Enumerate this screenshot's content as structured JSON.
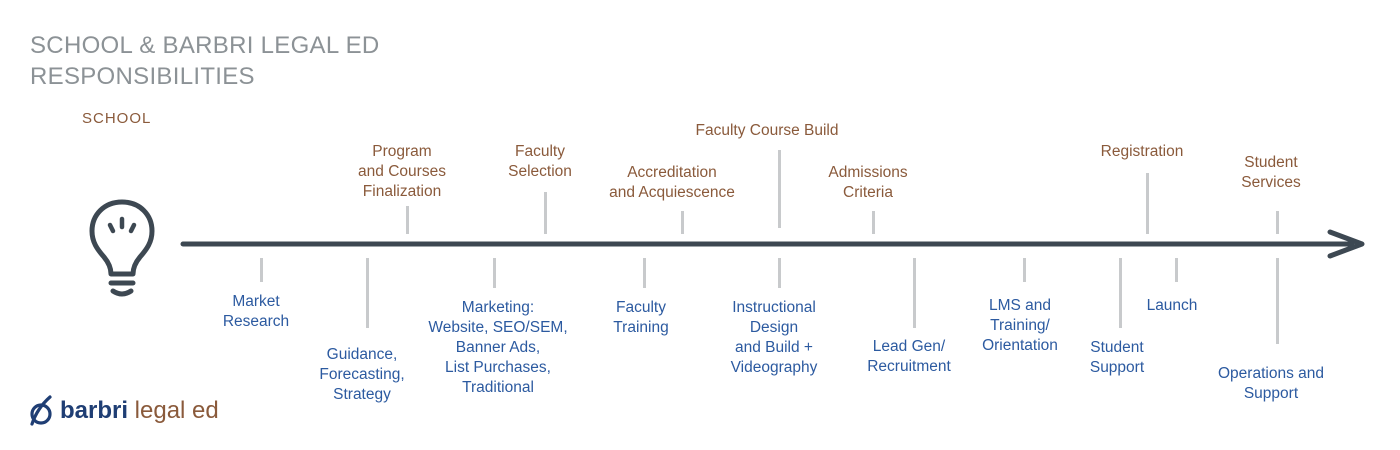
{
  "title_line1": "SCHOOL & BARBRI LEGAL ED",
  "title_line2": "RESPONSIBILITIES",
  "school_label": "SCHOOL",
  "logo": {
    "brand": "barbri",
    "suffix": " legal ed"
  },
  "colors": {
    "school": "#8a5a3b",
    "barbri": "#2c5aa0",
    "axis": "#3d4852",
    "tick": "#c8cacc"
  },
  "icons": {
    "start": "lightbulb-icon",
    "end": "arrow-head-icon",
    "logo": "barbri-logo-icon"
  },
  "above": [
    {
      "text": "Program\nand Courses\nFinalization"
    },
    {
      "text": "Faculty\nSelection"
    },
    {
      "text": "Accreditation\nand Acquiescence"
    },
    {
      "text": "Faculty Course Build"
    },
    {
      "text": "Admissions\nCriteria"
    },
    {
      "text": "Registration"
    },
    {
      "text": "Student\nServices"
    }
  ],
  "below": [
    {
      "text": "Market\nResearch"
    },
    {
      "text": "Guidance,\nForecasting,\nStrategy"
    },
    {
      "text": "Marketing:\nWebsite, SEO/SEM,\nBanner Ads,\nList Purchases,\nTraditional"
    },
    {
      "text": "Faculty\nTraining"
    },
    {
      "text": "Instructional\nDesign\nand Build +\nVideography"
    },
    {
      "text": "Lead Gen/\nRecruitment"
    },
    {
      "text": "LMS and\nTraining/\nOrientation"
    },
    {
      "text": "Student\nSupport"
    },
    {
      "text": "Launch"
    },
    {
      "text": "Operations and\nSupport"
    }
  ]
}
